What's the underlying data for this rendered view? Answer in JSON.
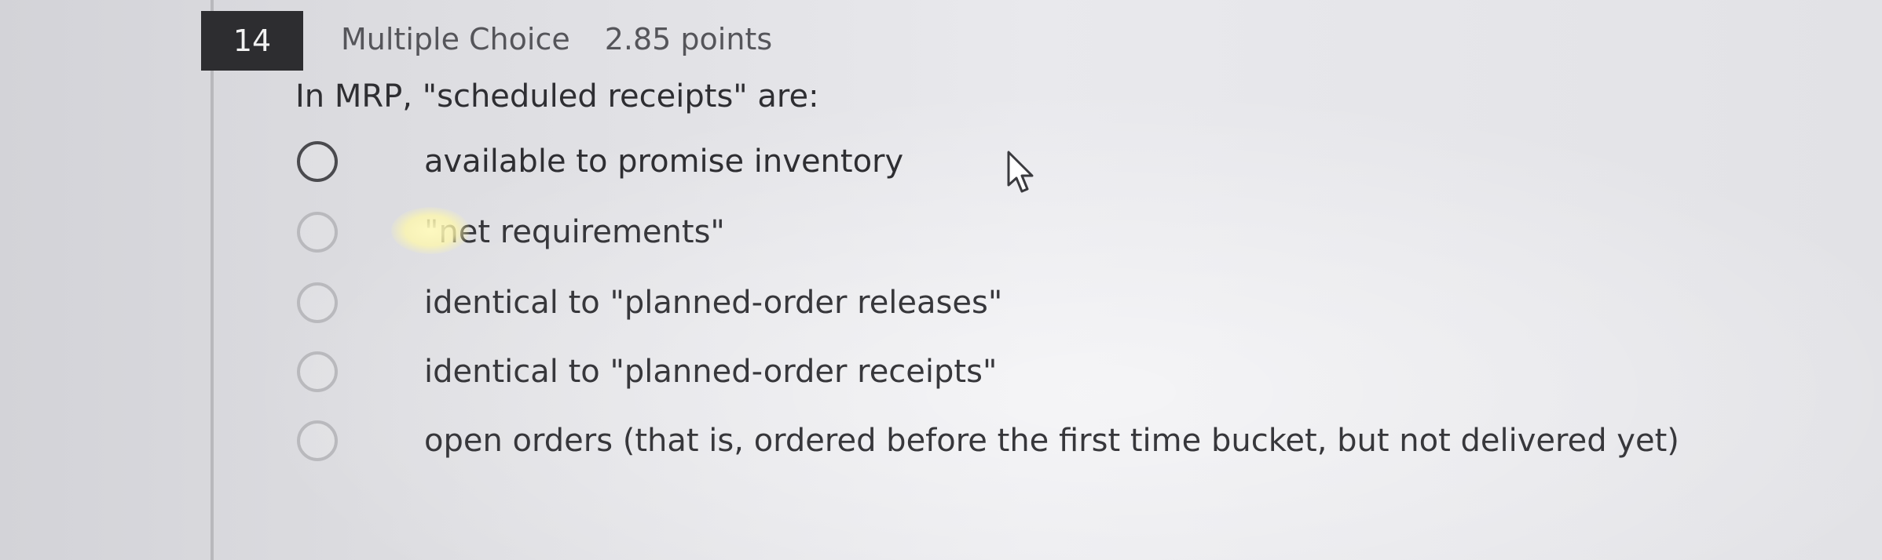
{
  "question": {
    "number": "14",
    "type": "Multiple Choice",
    "points": "2.85 points",
    "prompt": "In MRP, \"scheduled receipts\" are:"
  },
  "choices": [
    {
      "label": "available to promise inventory"
    },
    {
      "label": "\"net requirements\""
    },
    {
      "label": "identical to \"planned-order releases\""
    },
    {
      "label": "identical to \"planned-order receipts\""
    },
    {
      "label": "open orders (that is, ordered before the first time bucket, but not delivered yet)"
    }
  ],
  "icons": {
    "cursor": "arrow-pointer-icon",
    "radio": "radio-button-icon"
  },
  "colors": {
    "number_badge_bg": "#2d2d30",
    "number_badge_text": "#f2f2f2",
    "text": "#2e2e32",
    "meta_text": "#55555a"
  }
}
